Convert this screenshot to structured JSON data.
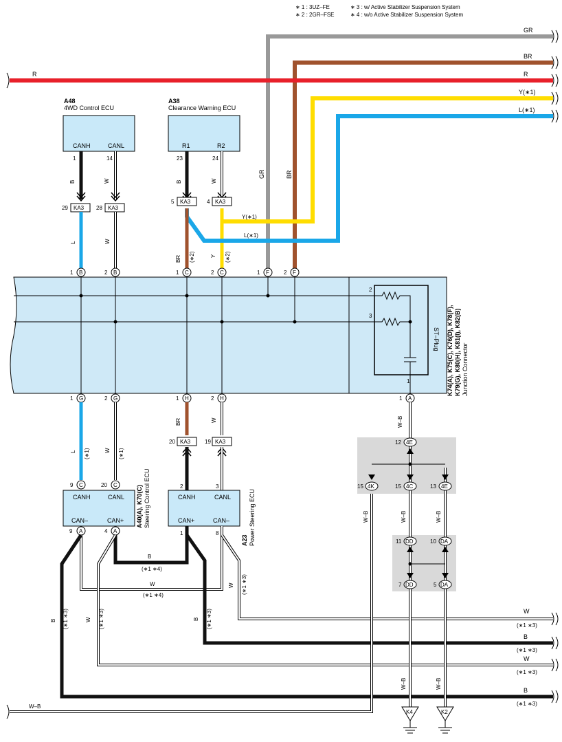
{
  "notes": [
    "∗ 1 : 3UZ–FE",
    "∗ 2 : 2GR–FSE",
    "∗ 3 : w/ Active Stabilizer Suspension System",
    "∗ 4 : w/o Active Stabilizer Suspension System"
  ],
  "colors": {
    "red": "#e8202a",
    "gray": "#999999",
    "brown": "#a0522d",
    "yellow": "#ffdd00",
    "blue": "#1aa7e8",
    "black": "#111111",
    "box": "#c9e9f9",
    "junction": "#cfe9f7",
    "gray_box": "#d9d9d9"
  },
  "right_wires": {
    "gr": "GR",
    "br": "BR",
    "r": "R",
    "y": "Y(∗1)",
    "l": "L(∗1)",
    "w1": "W",
    "w1_note": "(∗1 ∗3)",
    "b1": "B",
    "b1_note": "(∗1 ∗3)",
    "w2": "W",
    "w2_note": "(∗1 ∗3)",
    "b2": "B",
    "b2_note": "(∗1 ∗3)"
  },
  "left_wires": {
    "r": "R",
    "wb": "W–B"
  },
  "a48": {
    "code": "A48",
    "name": "4WD Control ECU",
    "pin_a": "CANH",
    "pin_b": "CANL",
    "num_a": "1",
    "num_b": "14",
    "wire_a": "B",
    "wire_b": "W"
  },
  "a38": {
    "code": "A38",
    "name": "Clearance Warning ECU",
    "pin_a": "R1",
    "pin_b": "R2",
    "num_a": "23",
    "num_b": "24",
    "wire_a": "B",
    "wire_b": "W"
  },
  "gr_label": "GR",
  "br_label": "BR",
  "ka3": {
    "label": "KA3",
    "p29": "29",
    "p28": "28",
    "p5": "5",
    "p4": "4",
    "p20": "20",
    "p19": "19"
  },
  "upper_wires": {
    "l": "L",
    "w": "W",
    "br": "BR",
    "br_note": "(∗2)",
    "y": "Y",
    "y_note": "(∗2)",
    "y1": "Y(∗1)",
    "l1": "L(∗1)"
  },
  "junction": {
    "t1": "1",
    "tB": "B",
    "t2": "2",
    "tC": "C",
    "tF": "F",
    "bG": "G",
    "bH": "H",
    "st_plug": "ST–Plug",
    "st_2": "2",
    "st_3": "3",
    "st_1": "1",
    "bA": "A",
    "bA_num": "1",
    "name_line1": "K74(A), K75(C), K76(D), K78(F),",
    "name_line2": "K79(G), K80(H), K81(I), K82(B)",
    "name_line3": "Junction Connector"
  },
  "lower_wires": {
    "l": "L",
    "l_note": "(∗1)",
    "w": "W",
    "w_note": "(∗1)",
    "br": "BR",
    "w2": "W",
    "wb": "W–B"
  },
  "a40": {
    "name_line1": "A40(A), K70(C)",
    "name_line2": "Steering Control ECU",
    "canh": "CANH",
    "canl": "CANL",
    "canm": "CAN–",
    "canp": "CAN+",
    "p9": "9",
    "p20": "20",
    "pC": "C",
    "p9b": "9",
    "p4b": "4",
    "pA": "A"
  },
  "a23": {
    "code": "A23",
    "name": "Power Steering ECU",
    "canh": "CANH",
    "canl": "CANL",
    "canp": "CAN+",
    "canm": "CAN–",
    "p2": "2",
    "p3": "3",
    "p1": "1",
    "p8": "8"
  },
  "bottom_wires": {
    "b_mid": "B",
    "b_mid_note": "(∗1 ∗4)",
    "w_mid": "W",
    "w_mid_note": "(∗1 ∗4)",
    "b_left": "B",
    "b_left_note": "(∗1 ∗3)",
    "w_left": "W",
    "w_left_note": "(∗1 ∗3)",
    "w_right": "W",
    "w_right_note": "(∗1 ∗3)",
    "b_right": "B",
    "b_right_note": "(∗1 ∗3)"
  },
  "splice": {
    "p12": "12",
    "c4E": "4E",
    "p15a": "15",
    "c4K": "4K",
    "p15b": "15",
    "c4C": "4C",
    "p13": "13",
    "c4E2": "4E",
    "p11": "11",
    "cDD": "DD",
    "p10": "10",
    "cDA": "DA",
    "p7": "7",
    "cDD2": "DD",
    "p5": "5",
    "cDA2": "DA",
    "wb1": "W–B",
    "wb2": "W–B",
    "wb3": "W–B",
    "wb4": "W–B",
    "wb5": "W–B",
    "g1": "K4",
    "g2": "K2"
  }
}
